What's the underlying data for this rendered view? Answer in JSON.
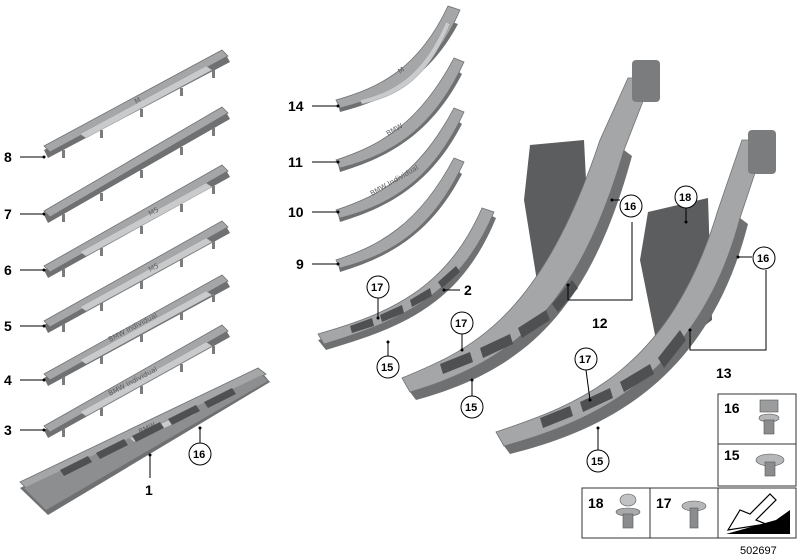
{
  "callouts": {
    "c1": "1",
    "c2": "2",
    "c3": "3",
    "c4": "4",
    "c5": "5",
    "c6": "6",
    "c7": "7",
    "c8": "8",
    "c9": "9",
    "c10": "10",
    "c11": "11",
    "c12": "12",
    "c13": "13",
    "c14": "14",
    "c15a": "15",
    "c15b": "15",
    "c15c": "15",
    "c16a": "16",
    "c16b": "16",
    "c16c": "16",
    "c17a": "17",
    "c17b": "17",
    "c17c": "17",
    "c18": "18"
  },
  "legend": {
    "l16": "16",
    "l15": "15",
    "l18": "18",
    "l17": "17"
  },
  "inlay_text": {
    "t8": "M",
    "t7": "M5",
    "t6": "M5",
    "t5": "BMW Individual",
    "t4": "BMW Individual",
    "t3": "BMW",
    "t14": "M",
    "t11": "BMW",
    "t10": "BMW Individual"
  },
  "diagram_number": "502697",
  "colors": {
    "trim": "#a4a6a8",
    "trim_shadow": "#6e7072",
    "inlay": "#c8cacc",
    "leader": "#000000"
  }
}
